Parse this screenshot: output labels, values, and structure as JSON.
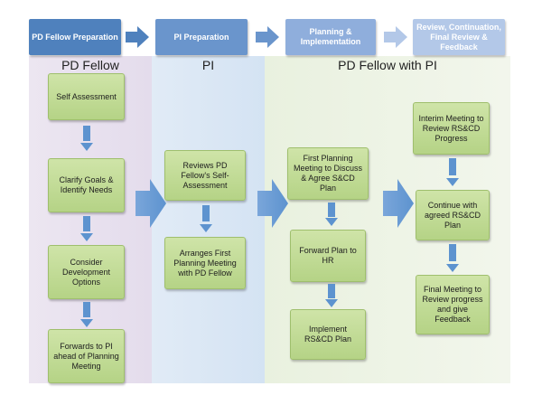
{
  "phases": [
    {
      "label": "PD Fellow Preparation",
      "color": "#4f81bd"
    },
    {
      "label": "PI Preparation",
      "color": "#6a95cc"
    },
    {
      "label": "Planning & Implementation",
      "color": "#8faedc"
    },
    {
      "label": "Review, Continuation, Final Review & Feedback",
      "color": "#b3c8e8"
    }
  ],
  "lanes": {
    "pd_fellow": "PD Fellow",
    "pi": "PI",
    "pd_fellow_with_pi": "PD Fellow with PI"
  },
  "steps": {
    "self_assessment": "Self Assessment",
    "clarify_goals": "Clarify Goals & Identify Needs",
    "consider_options": "Consider Development Options",
    "forwards_to_pi": "Forwards to PI ahead of Planning Meeting",
    "reviews_self_assessment": "Reviews PD Fellow's Self-Assessment",
    "arranges_meeting": "Arranges First Planning Meeting with PD Fellow",
    "first_planning_meeting": "First Planning Meeting to Discuss & Agree S&CD Plan",
    "forward_plan": "Forward Plan to HR",
    "implement_plan": "Implement RS&CD Plan",
    "interim_meeting": "Interim Meeting to Review RS&CD Progress",
    "continue_plan": "Continue with agreed RS&CD Plan",
    "final_meeting": "Final Meeting to Review progress and give Feedback"
  }
}
